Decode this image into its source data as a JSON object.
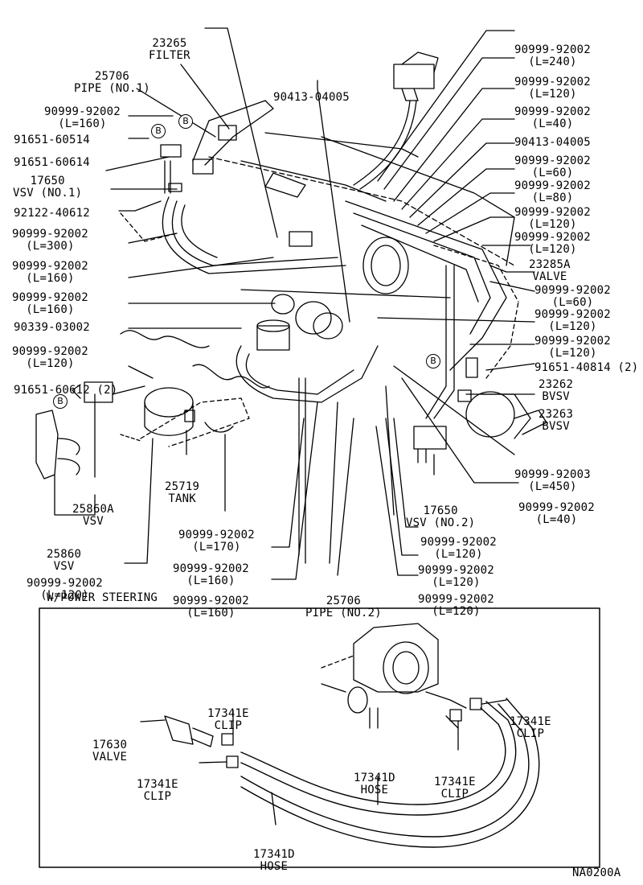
{
  "diagram_code": "NA0200A",
  "section_heading": "W/POWER STEERING",
  "bubble_letter": "B",
  "labels": {
    "filter_23265": [
      "23265",
      "FILTER"
    ],
    "pipe_no1": [
      "25706",
      "PIPE (NO.1)"
    ],
    "hose_l160_a": [
      "90999-92002",
      "(L=160)"
    ],
    "clamp_91651_60514": [
      "91651-60514"
    ],
    "clamp_91651_60614": [
      "91651-60614"
    ],
    "vsv_no1": [
      "17650",
      "VSV (NO.1)"
    ],
    "plug_92122": [
      "92122-40612"
    ],
    "hose_l300": [
      "90999-92002",
      "(L=300)"
    ],
    "hose_l160_b": [
      "90999-92002",
      "(L=160)"
    ],
    "hose_l160_c": [
      "90999-92002",
      "(L=160)"
    ],
    "part_90339": [
      "90339-03002"
    ],
    "hose_l120_left": [
      "90999-92002",
      "(L=120)"
    ],
    "clamp_91651_60612": [
      "91651-60612 (2)"
    ],
    "vsv_25860a": [
      "25860A",
      "VSV"
    ],
    "vsv_25860": [
      "25860",
      "VSV"
    ],
    "hose_l120_lower": [
      "90999-92002",
      "(L=120)"
    ],
    "tank_25719": [
      "25719",
      "TANK"
    ],
    "hose_l170": [
      "90999-92002",
      "(L=170)"
    ],
    "hose_l160_d": [
      "90999-92002",
      "(L=160)"
    ],
    "hose_l160_e": [
      "90999-92002",
      "(L=160)"
    ],
    "pipe_no2": [
      "25706",
      "PIPE (NO.2)"
    ],
    "hose_l120_b1": [
      "90999-92002",
      "(L=120)"
    ],
    "hose_l120_b2": [
      "90999-92002",
      "(L=120)"
    ],
    "hose_l120_b3": [
      "90999-92002",
      "(L=120)"
    ],
    "top_mid_90413": [
      "90413-04005"
    ],
    "r_l240": [
      "90999-92002",
      "(L=240)"
    ],
    "r_l120_a": [
      "90999-92002",
      "(L=120)"
    ],
    "r_l40": [
      "90999-92002",
      "(L=40)"
    ],
    "r_90413": [
      "90413-04005"
    ],
    "r_l60": [
      "90999-92002",
      "(L=60)"
    ],
    "r_l80": [
      "90999-92002",
      "(L=80)"
    ],
    "r_l120_b": [
      "90999-92002",
      "(L=120)"
    ],
    "r_l120_c": [
      "90999-92002",
      "(L=120)"
    ],
    "r_valve_23285a": [
      "23285A",
      "VALVE"
    ],
    "r_l60_b": [
      "90999-92002",
      "(L=60)"
    ],
    "r_l120_d": [
      "90999-92002",
      "(L=120)"
    ],
    "r_l120_e": [
      "90999-92002",
      "(L=120)"
    ],
    "r_91651_40814": [
      "91651-40814 (2)"
    ],
    "r_bvsv_23262": [
      "23262",
      "BVSV"
    ],
    "r_bvsv_23263": [
      "23263",
      "BVSV"
    ],
    "r_l450": [
      "90999-92003",
      "(L=450)"
    ],
    "r_l40_b": [
      "90999-92002",
      "(L=40)"
    ],
    "vsv_no2": [
      "17650",
      "VSV (NO.2)"
    ],
    "ps_clip_top": [
      "17341E",
      "CLIP"
    ],
    "ps_valve_17630": [
      "17630",
      "VALVE"
    ],
    "ps_clip_left": [
      "17341E",
      "CLIP"
    ],
    "ps_hose_mid": [
      "17341D",
      "HOSE"
    ],
    "ps_clip_mid": [
      "17341E",
      "CLIP"
    ],
    "ps_clip_right": [
      "17341E",
      "CLIP"
    ],
    "ps_hose_bottom": [
      "17341D",
      "HOSE"
    ]
  }
}
